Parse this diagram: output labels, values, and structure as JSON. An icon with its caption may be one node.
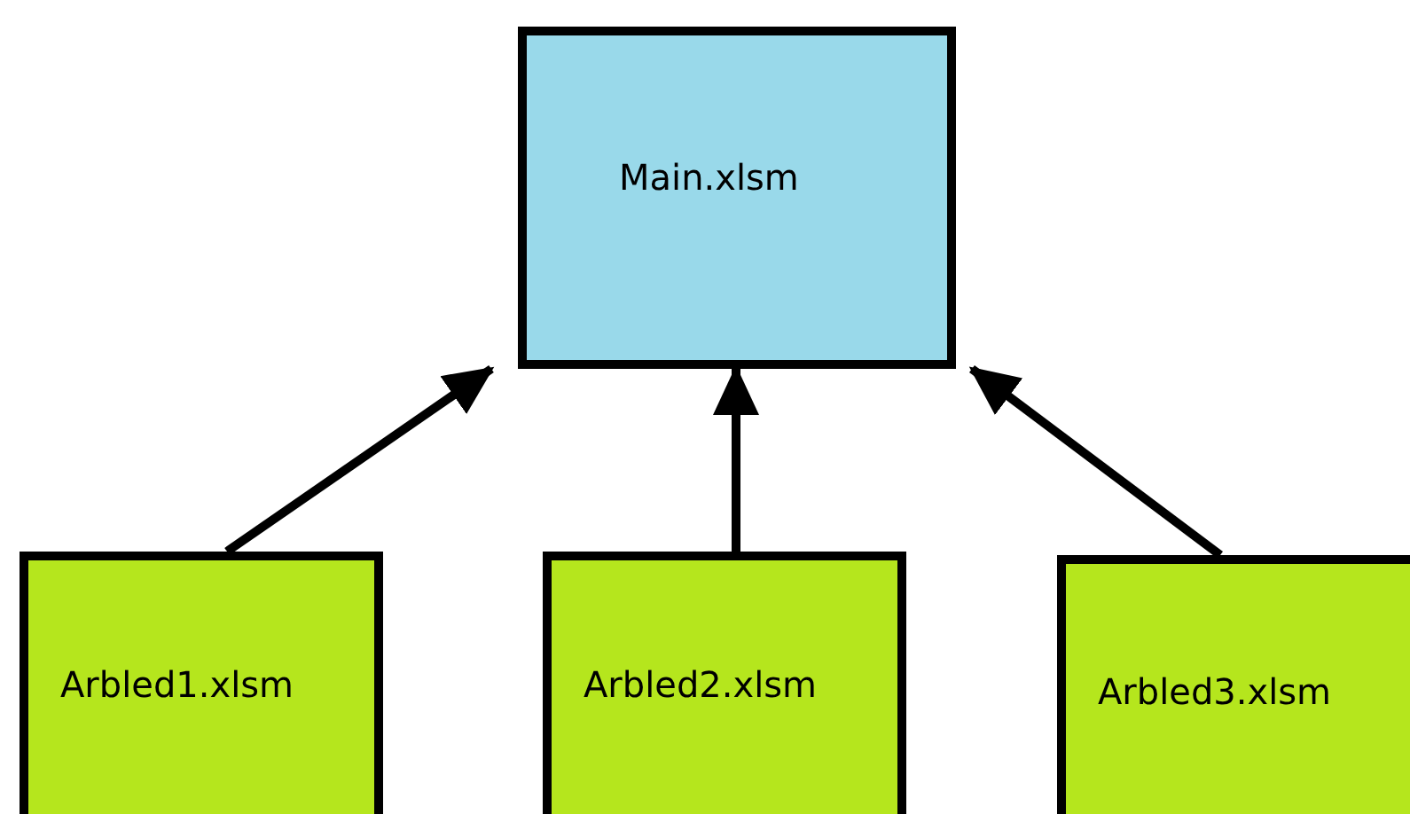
{
  "diagram": {
    "nodes": [
      {
        "text": [
          "Main.xlsm"
        ]
      },
      {
        "text": [
          "Arbled1.xlsm"
        ]
      },
      {
        "text": [
          "Arbled2.xlsm"
        ]
      },
      {
        "text": [
          "Arbled3.xlsm"
        ]
      }
    ],
    "edges": [
      {
        "from": 1,
        "to": 0,
        "arrow": "to"
      },
      {
        "from": 2,
        "to": 0,
        "arrow": "to"
      },
      {
        "from": 3,
        "to": 0,
        "arrow": "to"
      }
    ]
  }
}
